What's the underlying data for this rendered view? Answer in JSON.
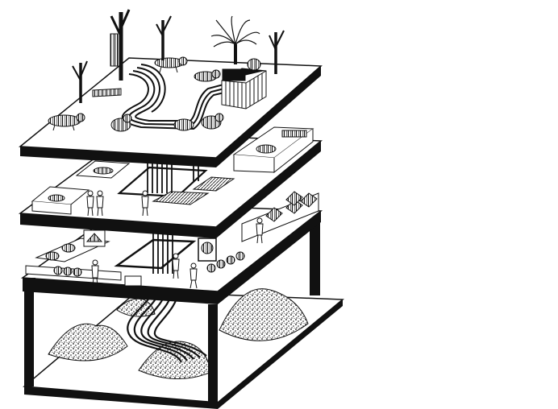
{
  "artwork": {
    "style": "black-and-white isometric line drawing",
    "ink_color": "#111111",
    "paper_color": "#ffffff",
    "levels": [
      "rooftop",
      "upper-floor",
      "middle-floor",
      "ground"
    ]
  }
}
